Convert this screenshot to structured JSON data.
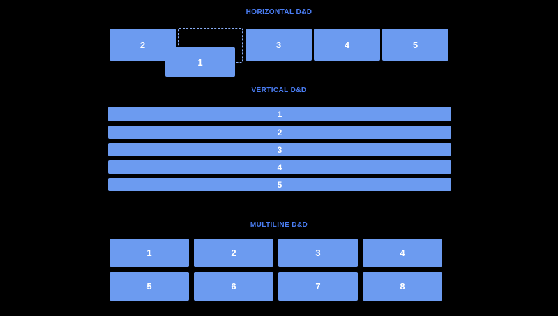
{
  "colors": {
    "background": "#000000",
    "box_fill": "#6c9bf0",
    "box_text": "#ffffff",
    "title_text": "#4a7df2",
    "placeholder_border": "#8aaef5"
  },
  "sections": {
    "horizontal": {
      "title": "HORIZONTAL D&D",
      "items": [
        "2",
        "3",
        "4",
        "5"
      ],
      "dragged_item": "1"
    },
    "vertical": {
      "title": "VERTICAL D&D",
      "items": [
        "1",
        "2",
        "3",
        "4",
        "5"
      ]
    },
    "multiline": {
      "title": "MULTILINE D&D",
      "items": [
        "1",
        "2",
        "3",
        "4",
        "5",
        "6",
        "7",
        "8"
      ]
    }
  }
}
